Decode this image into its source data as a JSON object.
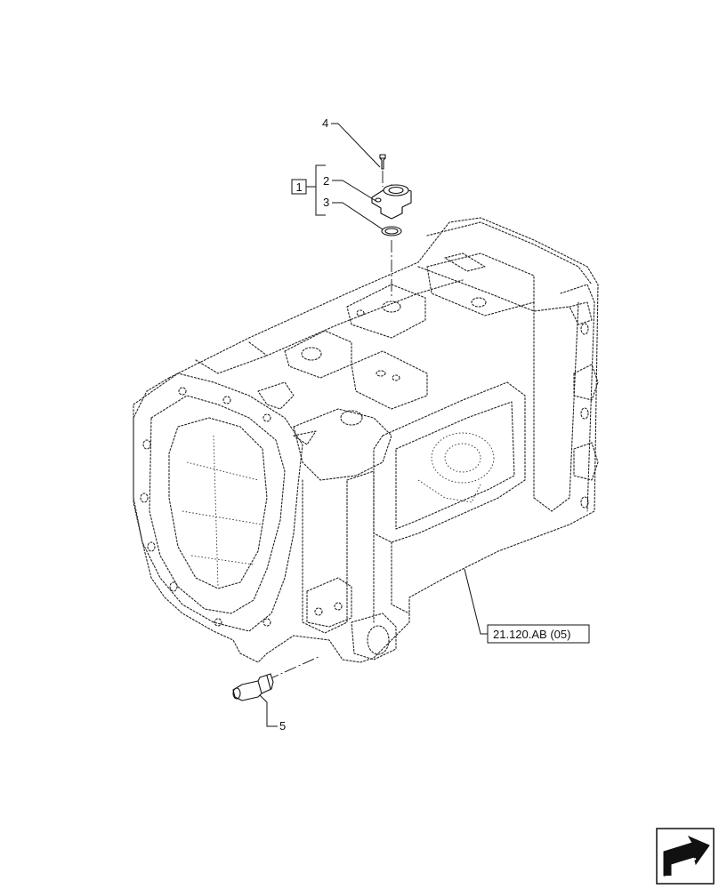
{
  "callouts": {
    "item_1": "1",
    "item_2": "2",
    "item_3": "3",
    "item_4": "4",
    "item_5": "5"
  },
  "reference": "21.120.AB (05)",
  "icons": {
    "nav": "next-page-arrow-icon"
  }
}
